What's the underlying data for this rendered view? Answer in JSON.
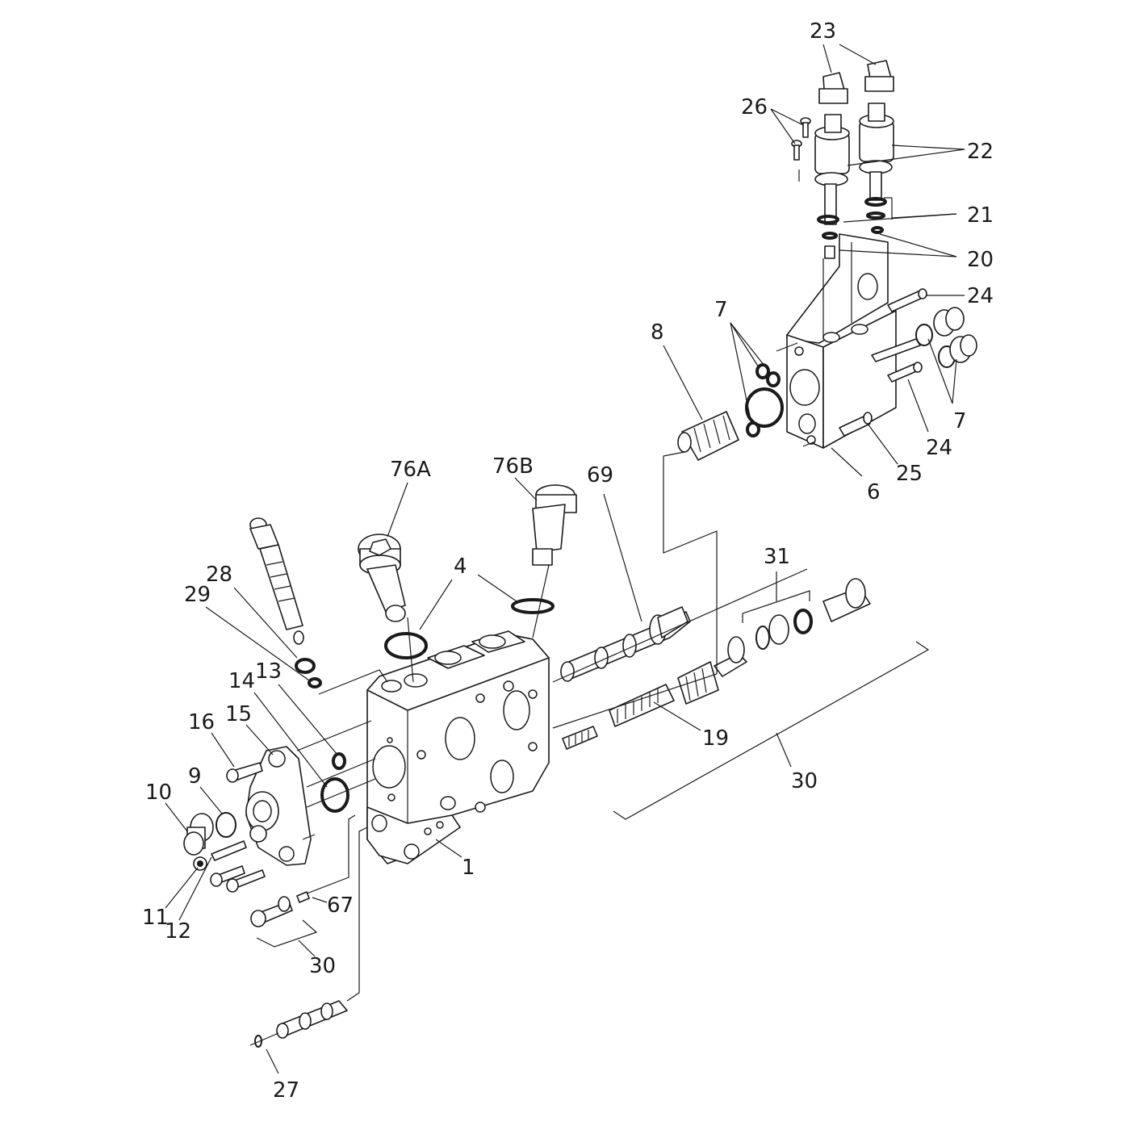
{
  "diagram": {
    "callouts": [
      {
        "id": "c-1",
        "text": "1"
      },
      {
        "id": "c-4",
        "text": "4"
      },
      {
        "id": "c-6",
        "text": "6"
      },
      {
        "id": "c-7a",
        "text": "7"
      },
      {
        "id": "c-7b",
        "text": "7"
      },
      {
        "id": "c-8",
        "text": "8"
      },
      {
        "id": "c-9",
        "text": "9"
      },
      {
        "id": "c-10",
        "text": "10"
      },
      {
        "id": "c-11",
        "text": "11"
      },
      {
        "id": "c-12",
        "text": "12"
      },
      {
        "id": "c-13",
        "text": "13"
      },
      {
        "id": "c-14",
        "text": "14"
      },
      {
        "id": "c-15",
        "text": "15"
      },
      {
        "id": "c-16",
        "text": "16"
      },
      {
        "id": "c-19",
        "text": "19"
      },
      {
        "id": "c-20",
        "text": "20"
      },
      {
        "id": "c-21",
        "text": "21"
      },
      {
        "id": "c-22",
        "text": "22"
      },
      {
        "id": "c-23",
        "text": "23"
      },
      {
        "id": "c-24a",
        "text": "24"
      },
      {
        "id": "c-24b",
        "text": "24"
      },
      {
        "id": "c-25",
        "text": "25"
      },
      {
        "id": "c-26",
        "text": "26"
      },
      {
        "id": "c-27",
        "text": "27"
      },
      {
        "id": "c-28",
        "text": "28"
      },
      {
        "id": "c-29",
        "text": "29"
      },
      {
        "id": "c-30a",
        "text": "30"
      },
      {
        "id": "c-30b",
        "text": "30"
      },
      {
        "id": "c-31",
        "text": "31"
      },
      {
        "id": "c-67",
        "text": "67"
      },
      {
        "id": "c-69",
        "text": "69"
      },
      {
        "id": "c-76A",
        "text": "76A"
      },
      {
        "id": "c-76B",
        "text": "76B"
      }
    ]
  }
}
